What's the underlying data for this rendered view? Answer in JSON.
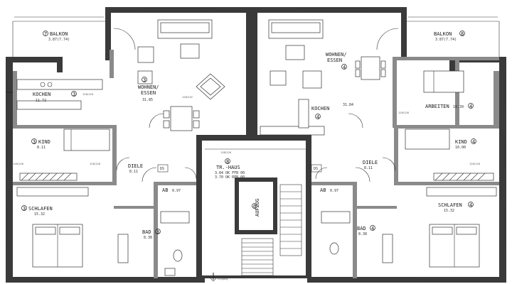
{
  "plan": {
    "rooms": [
      {
        "id": "balkon-left",
        "number": "7",
        "name": "BALKON",
        "area": "3.87(7.74)"
      },
      {
        "id": "balkon-right",
        "number": "8",
        "name": "BALKON",
        "area": "3.87(7.74)"
      },
      {
        "id": "wohnen-left",
        "number": "3",
        "name_line1": "WOHNEN/",
        "name_line2": "ESSEN",
        "area": "31.85"
      },
      {
        "id": "wohnen-right",
        "number": "4",
        "name_line1": "WOHNEN/",
        "name_line2": "ESSEN",
        "area": "31.84"
      },
      {
        "id": "kochen-left",
        "number": "3",
        "name": "KOCHEN",
        "area": "11.72"
      },
      {
        "id": "kochen-right",
        "number": "4",
        "name": "KOCHEN",
        "area": ""
      },
      {
        "id": "arbeiten-right",
        "number": "4",
        "name": "ARBEITEN",
        "area": "10.39"
      },
      {
        "id": "kind-left",
        "number": "3",
        "name": "KIND",
        "area": "8.11"
      },
      {
        "id": "kind-right",
        "number": "4",
        "name": "KIND",
        "area": "10.00"
      },
      {
        "id": "diele-left",
        "number": "",
        "name": "DIELE",
        "area": "8.11"
      },
      {
        "id": "diele-right",
        "number": "",
        "name": "DIELE",
        "area": "8.11"
      },
      {
        "id": "trhaus",
        "number": "8",
        "name": "TR.-HAUS",
        "area": "3.84"
      },
      {
        "id": "aufzug",
        "number": "6",
        "name": "AUFZUG",
        "area": ""
      },
      {
        "id": "ab-left",
        "number": "",
        "name": "AB",
        "area": "0.97"
      },
      {
        "id": "ab-right",
        "number": "",
        "name": "AB",
        "area": "0.97"
      },
      {
        "id": "schlafen-left",
        "number": "3",
        "name": "SCHLAFEN",
        "area": "15.32"
      },
      {
        "id": "schlafen-right",
        "number": "4",
        "name": "SCHLAFEN",
        "area": "15.32"
      },
      {
        "id": "bad-left",
        "number": "3",
        "name": "BAD",
        "area": "8.38"
      },
      {
        "id": "bad-right",
        "number": "4",
        "name": "BAD",
        "area": "8.38"
      }
    ],
    "tr_haus_sub1": "3.84 OK FFB 00",
    "tr_haus_sub2": "3.70 OK RFB 00",
    "ds_label": "DS",
    "entrance_label": "Eingang",
    "dims": {
      "kochen_left": "126/126",
      "wohnen_left": "126/132",
      "kind_left_a": "126/126",
      "kind_left_b": "126/126",
      "arbeiten": "126/126",
      "kind_right": "126/126",
      "trh_top": "138/126"
    }
  }
}
